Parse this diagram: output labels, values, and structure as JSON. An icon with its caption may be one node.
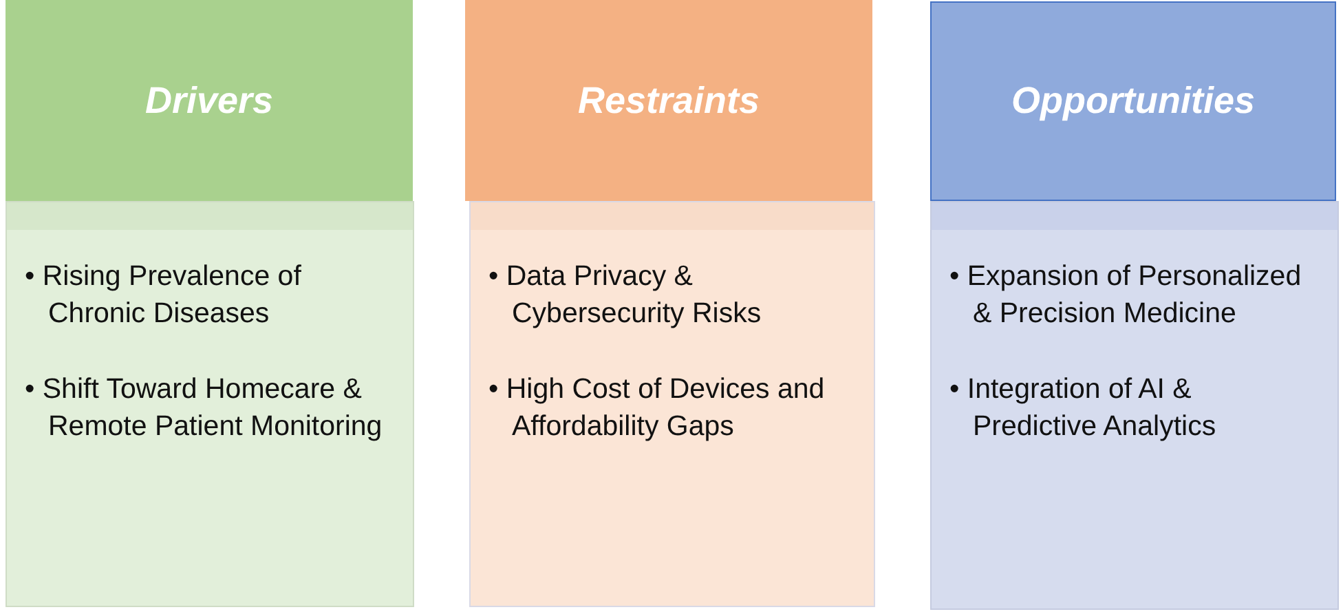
{
  "diagram": {
    "nodes": [
      {
        "text": [
          "Drivers"
        ]
      },
      {
        "text": [
          "• Rising Prevalence of Chronic Diseases",
          "• Shift Toward Homecare & Remote Patient Monitoring"
        ]
      },
      {
        "text": [
          "Restraints"
        ]
      },
      {
        "text": [
          "• Data Privacy & Cybersecurity Risks",
          "• High Cost of Devices and Affordability Gaps"
        ]
      },
      {
        "text": [
          "Opportunities"
        ]
      },
      {
        "text": [
          "• Expansion of Personalized & Precision Medicine",
          "• Integration of AI & Predictive Analytics"
        ]
      }
    ],
    "edges": []
  }
}
